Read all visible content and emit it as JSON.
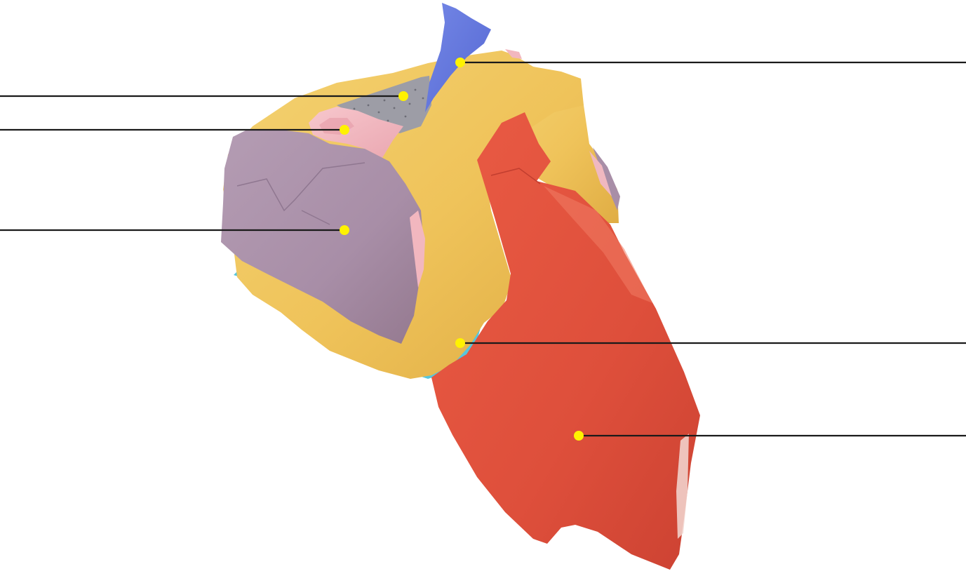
{
  "colors": {
    "background": "#ffffff",
    "leader_line": "#1a1a1a",
    "marker": "#fff200",
    "structure_yellow": "#f0c75c",
    "structure_lavender": "#a98fa8",
    "structure_red": "#e0533f",
    "structure_pink": "#f2b7bf",
    "structure_blue": "#6a7fe0",
    "structure_cyan": "#57c6dc",
    "structure_gray": "#9a9aa3"
  },
  "labels": [
    {
      "id": "blue-process",
      "text": "",
      "side": "right"
    },
    {
      "id": "gray-surface",
      "text": "",
      "side": "left"
    },
    {
      "id": "pink-canal",
      "text": "",
      "side": "left"
    },
    {
      "id": "lavender-face",
      "text": "",
      "side": "left"
    },
    {
      "id": "cyan-rim",
      "text": "",
      "side": "right"
    },
    {
      "id": "red-body",
      "text": "",
      "side": "right"
    }
  ]
}
